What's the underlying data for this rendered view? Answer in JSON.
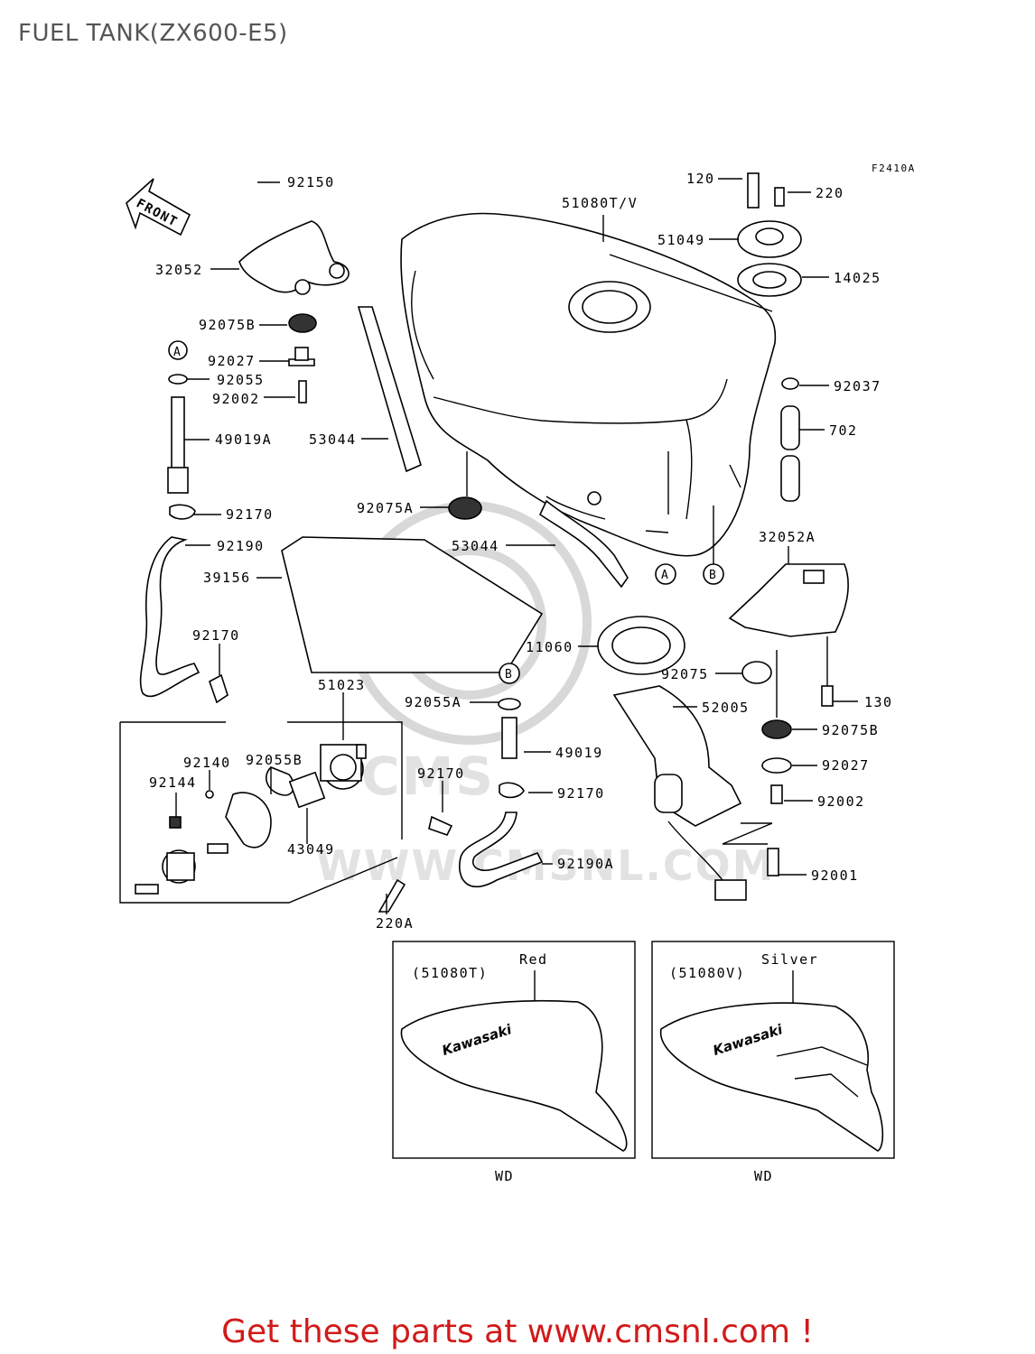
{
  "title": "FUEL TANK(ZX600-E5)",
  "diagram_code": "F2410A",
  "front_label": "FRONT",
  "footer": "Get these parts at www.cmsnl.com !",
  "watermark": "CMS",
  "watermark_url": "WWW.CMSNL.COM",
  "parts": {
    "p92150": "92150",
    "p32052": "32052",
    "p92075B_top": "92075B",
    "p92027_top": "92027",
    "p92055": "92055",
    "p92002_top": "92002",
    "p49019A": "49019A",
    "p92170_a": "92170",
    "p92190": "92190",
    "p39156": "39156",
    "p92170_b": "92170",
    "p51023": "51023",
    "p92140": "92140",
    "p92055B": "92055B",
    "p92144": "92144",
    "p43049": "43049",
    "p220A": "220A",
    "p53044_left": "53044",
    "p92075A": "92075A",
    "p53044_bottom": "53044",
    "p51080TV": "51080T/V",
    "p120": "120",
    "p220": "220",
    "p51049": "51049",
    "p14025": "14025",
    "p92037": "92037",
    "p702": "702",
    "p32052A": "32052A",
    "p11060": "11060",
    "p92075": "92075",
    "p130": "130",
    "p52005": "52005",
    "p92075B_bot": "92075B",
    "p92055A": "92055A",
    "p49019": "49019",
    "p92027_bot": "92027",
    "p92170_c": "92170",
    "p92170_d": "92170",
    "p92002_bot": "92002",
    "p92190A": "92190A",
    "p92001": "92001"
  },
  "markers": {
    "a": "A",
    "b": "B"
  },
  "variants": [
    {
      "code": "(51080T)",
      "color": "Red",
      "brand": "Kawasaki",
      "note": "WD"
    },
    {
      "code": "(51080V)",
      "color": "Silver",
      "brand": "Kawasaki",
      "note": "WD"
    }
  ]
}
